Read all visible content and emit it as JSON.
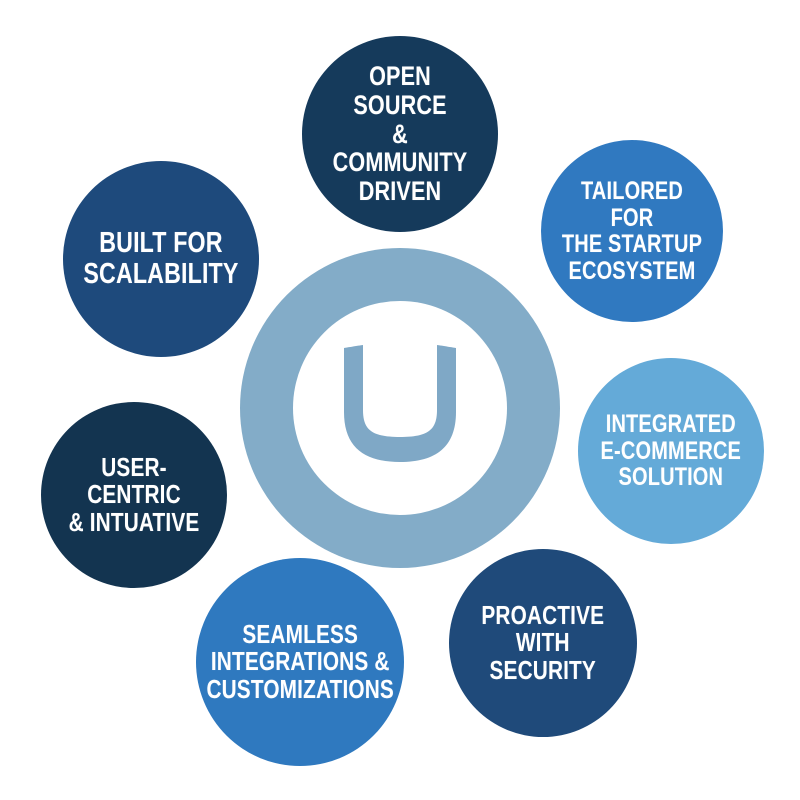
{
  "diagram": {
    "title": "Umbraco benefits circle diagram",
    "center": {
      "logo_name": "umbraco-logo",
      "letter": "U",
      "ring_color": "#83ACC8",
      "disc_color": "#FFFFFF",
      "mark_color": "#7FA8C6"
    },
    "bubbles": [
      {
        "id": "open-source",
        "label": "OPEN SOURCE\n& COMMUNITY\nDRIVEN",
        "color": "#153A5B",
        "position": "top"
      },
      {
        "id": "tailored",
        "label": "TAILORED FOR\nTHE STARTUP\nECOSYSTEM",
        "color": "#3079C0",
        "position": "top-right"
      },
      {
        "id": "ecommerce",
        "label": "INTEGRATED\nE-COMMERCE\nSOLUTION",
        "color": "#64AAD8",
        "position": "right"
      },
      {
        "id": "security",
        "label": "PROACTIVE\nWITH\nSECURITY",
        "color": "#1F4A7A",
        "position": "bottom-right"
      },
      {
        "id": "seamless",
        "label": "SEAMLESS\nINTEGRATIONS &\nCUSTOMIZATIONS",
        "color": "#2F79BF",
        "position": "bottom-left"
      },
      {
        "id": "user-centric",
        "label": "USER-CENTRIC\n& INTUATIVE",
        "color": "#133450",
        "position": "left"
      },
      {
        "id": "scalability",
        "label": "BUILT FOR\nSCALABILITY",
        "color": "#1E4A7C",
        "position": "top-left"
      }
    ]
  }
}
